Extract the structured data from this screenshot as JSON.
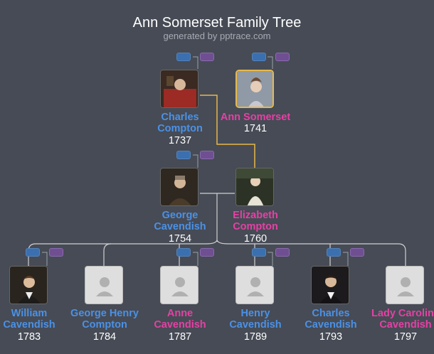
{
  "header": {
    "title": "Ann Somerset Family Tree",
    "subtitle": "generated by pptrace.com"
  },
  "colors": {
    "background": "#464b55",
    "male": "#4b91e6",
    "female": "#e640a4",
    "selected_border": "#e8b84a",
    "connector": "#c9c9c9",
    "spouse_link": "#e8b84a"
  },
  "icons": {
    "portrait": "portrait-photo-icon",
    "placeholder": "person-silhouette-icon",
    "expand_father": "father-toggle-icon",
    "expand_mother": "mother-toggle-icon"
  },
  "people": {
    "charles_compton": {
      "name": "Charles Compton",
      "year": "1737",
      "gender": "male"
    },
    "ann_somerset": {
      "name": "Ann Somerset",
      "year": "1741",
      "gender": "female",
      "selected": true
    },
    "george_cavendish": {
      "name": "George Cavendish",
      "year": "1754",
      "gender": "male"
    },
    "elizabeth_compton": {
      "name": "Elizabeth Compton",
      "year": "1760",
      "gender": "female"
    },
    "william_cavendish": {
      "name": "William Cavendish",
      "year": "1783",
      "gender": "male"
    },
    "george_henry_compton": {
      "name": "George Henry Compton",
      "year": "1784",
      "gender": "male"
    },
    "anne_cavendish": {
      "name": "Anne Cavendish",
      "year": "1787",
      "gender": "female"
    },
    "henry_cavendish": {
      "name": "Henry Cavendish",
      "year": "1789",
      "gender": "male"
    },
    "charles_cavendish": {
      "name": "Charles Cavendish",
      "year": "1793",
      "gender": "male"
    },
    "lady_caroline_cavendish": {
      "name": "Lady Caroline Cavendish",
      "year": "1797",
      "gender": "female"
    }
  }
}
